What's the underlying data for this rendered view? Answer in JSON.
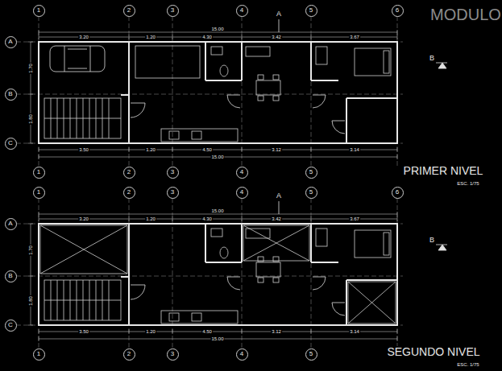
{
  "diagram": {
    "title": "MODULO",
    "nodes": [
      {
        "text": [
          "1"
        ]
      },
      {
        "text": [
          "2"
        ]
      },
      {
        "text": [
          "3"
        ]
      },
      {
        "text": [
          "4"
        ]
      },
      {
        "text": [
          "5"
        ]
      },
      {
        "text": [
          "6"
        ]
      },
      {
        "text": [
          "A"
        ]
      },
      {
        "text": [
          "B"
        ]
      },
      {
        "text": [
          "C"
        ]
      },
      {
        "text": [
          "1"
        ]
      },
      {
        "text": [
          "2"
        ]
      },
      {
        "text": [
          "3"
        ]
      },
      {
        "text": [
          "4"
        ]
      },
      {
        "text": [
          "5"
        ]
      },
      {
        "text": [
          "1"
        ]
      },
      {
        "text": [
          "2"
        ]
      },
      {
        "text": [
          "3"
        ]
      },
      {
        "text": [
          "4"
        ]
      },
      {
        "text": [
          "5"
        ]
      },
      {
        "text": [
          "6"
        ]
      },
      {
        "text": [
          "A"
        ]
      },
      {
        "text": [
          "B"
        ]
      },
      {
        "text": [
          "C"
        ]
      },
      {
        "text": [
          "1"
        ]
      },
      {
        "text": [
          "2"
        ]
      },
      {
        "text": [
          "3"
        ]
      },
      {
        "text": [
          "4"
        ]
      },
      {
        "text": [
          "5"
        ]
      }
    ],
    "labels": [
      "PRIMER NIVEL",
      "ESC. 1/75",
      "SEGUNDO NIVEL",
      "ESC. 1/75",
      "A",
      "A",
      "B",
      "B",
      "15.00",
      "3.20",
      "1.20",
      "4.30",
      "3.42",
      "3.67",
      "3.50",
      "1.20",
      "4.50",
      "3.12",
      "3.14",
      "15.00",
      "1.70",
      "1.80",
      "15.00",
      "3.20",
      "1.20",
      "4.30",
      "3.42",
      "3.67",
      "3.50",
      "1.20",
      "4.50",
      "3.12",
      "3.14",
      "15.00",
      "1.70",
      "1.80"
    ]
  }
}
